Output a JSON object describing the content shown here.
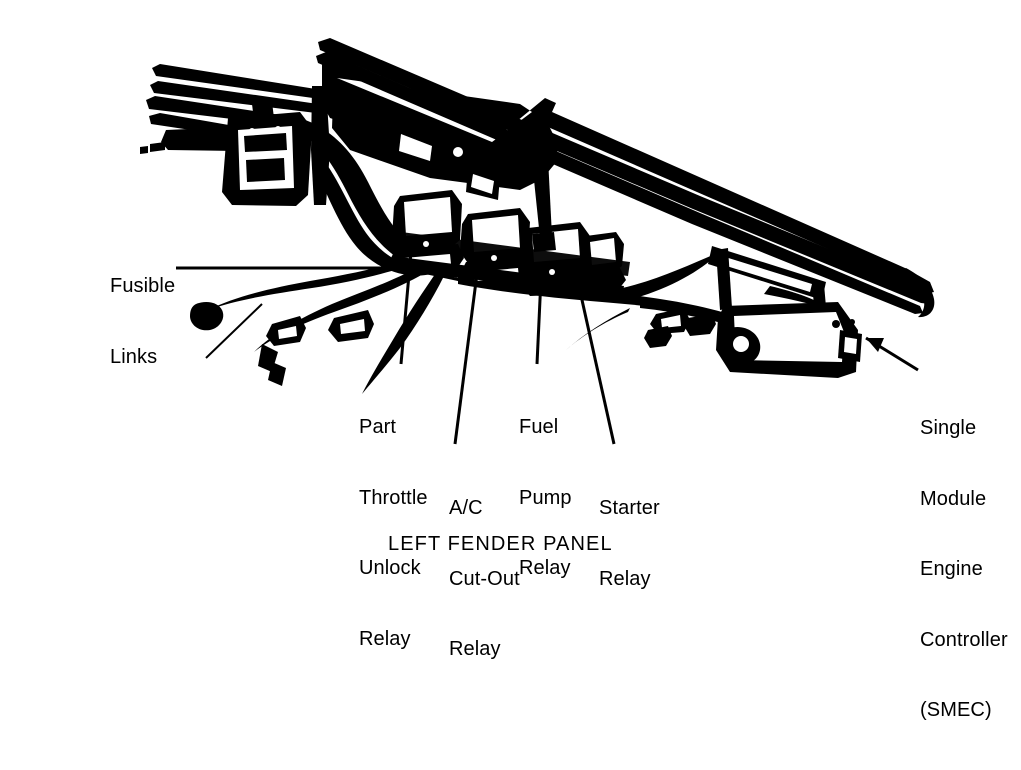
{
  "figure": {
    "caption": "LEFT FENDER PANEL",
    "domain": "automotive-wiring-diagram",
    "line_color": "#000000",
    "background_color": "#ffffff",
    "callouts": [
      {
        "id": "fusible-links",
        "label": "Fusible\nLinks",
        "lines": [
          "Fusible",
          "Links"
        ],
        "leader": "horizontal-right",
        "target": "wiring harness fusible link junction"
      },
      {
        "id": "part-throttle-unlock-relay",
        "label": "Part\nThrottle\nUnlock\nRelay",
        "lines": [
          "Part",
          "Throttle",
          "Unlock",
          "Relay"
        ],
        "leader": "vertical-up",
        "target": "left relay in relay cluster"
      },
      {
        "id": "ac-cut-out-relay",
        "label": "A/C\nCut-Out\nRelay",
        "lines": [
          "A/C",
          "Cut-Out",
          "Relay"
        ],
        "leader": "diagonal-up-right",
        "target": "second relay in relay cluster"
      },
      {
        "id": "fuel-pump-relay",
        "label": "Fuel\nPump\nRelay",
        "lines": [
          "Fuel",
          "Pump",
          "Relay"
        ],
        "leader": "vertical-up",
        "target": "third relay in relay cluster"
      },
      {
        "id": "starter-relay",
        "label": "Starter\nRelay",
        "lines": [
          "Starter",
          "Relay"
        ],
        "leader": "diagonal-up-left",
        "target": "right relay in relay cluster"
      },
      {
        "id": "single-module-engine-controller",
        "label": "Single\nModule\nEngine\nController\n(SMEC)",
        "lines": [
          "Single",
          "Module",
          "Engine",
          "Controller",
          "(SMEC)"
        ],
        "leader": "arrow-up-left",
        "target": "SMEC module on right fender"
      }
    ]
  }
}
